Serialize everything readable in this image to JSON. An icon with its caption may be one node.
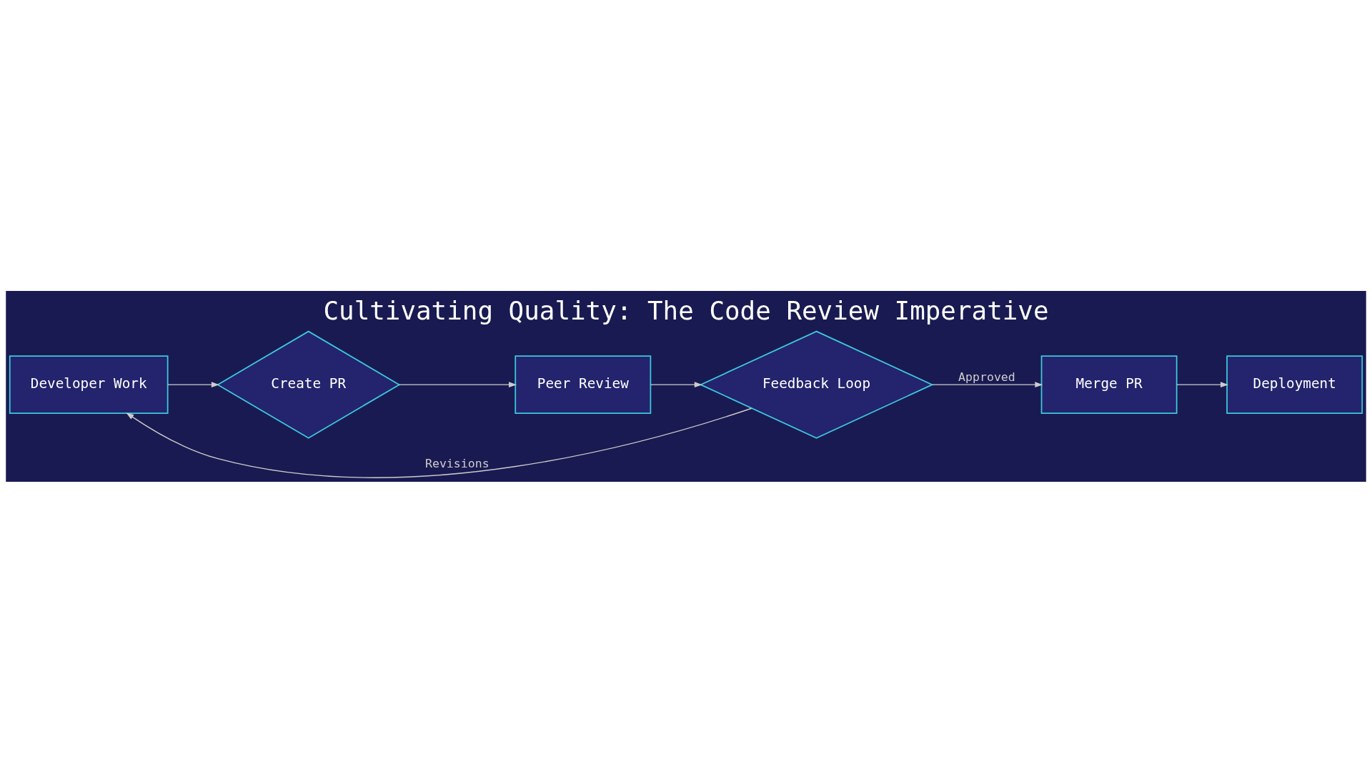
{
  "diagram": {
    "title": "Cultivating Quality: The Code Review Imperative",
    "nodes": [
      {
        "text": [
          "Developer Work"
        ]
      },
      {
        "text": [
          "Create PR"
        ]
      },
      {
        "text": [
          "Peer Review"
        ]
      },
      {
        "text": [
          "Feedback Loop"
        ]
      },
      {
        "text": [
          "Merge PR"
        ]
      },
      {
        "text": [
          "Deployment"
        ]
      }
    ],
    "edges": [
      {
        "from": 0,
        "to": 1,
        "arrow": "to"
      },
      {
        "from": 1,
        "to": 2,
        "arrow": "to"
      },
      {
        "from": 2,
        "to": 3,
        "arrow": "to"
      },
      {
        "from": 3,
        "to": 4,
        "arrow": "to",
        "label": "Approved"
      },
      {
        "from": 4,
        "to": 5,
        "arrow": "to"
      },
      {
        "from": 3,
        "to": 0,
        "arrow": "to",
        "label": "Revisions"
      }
    ]
  }
}
